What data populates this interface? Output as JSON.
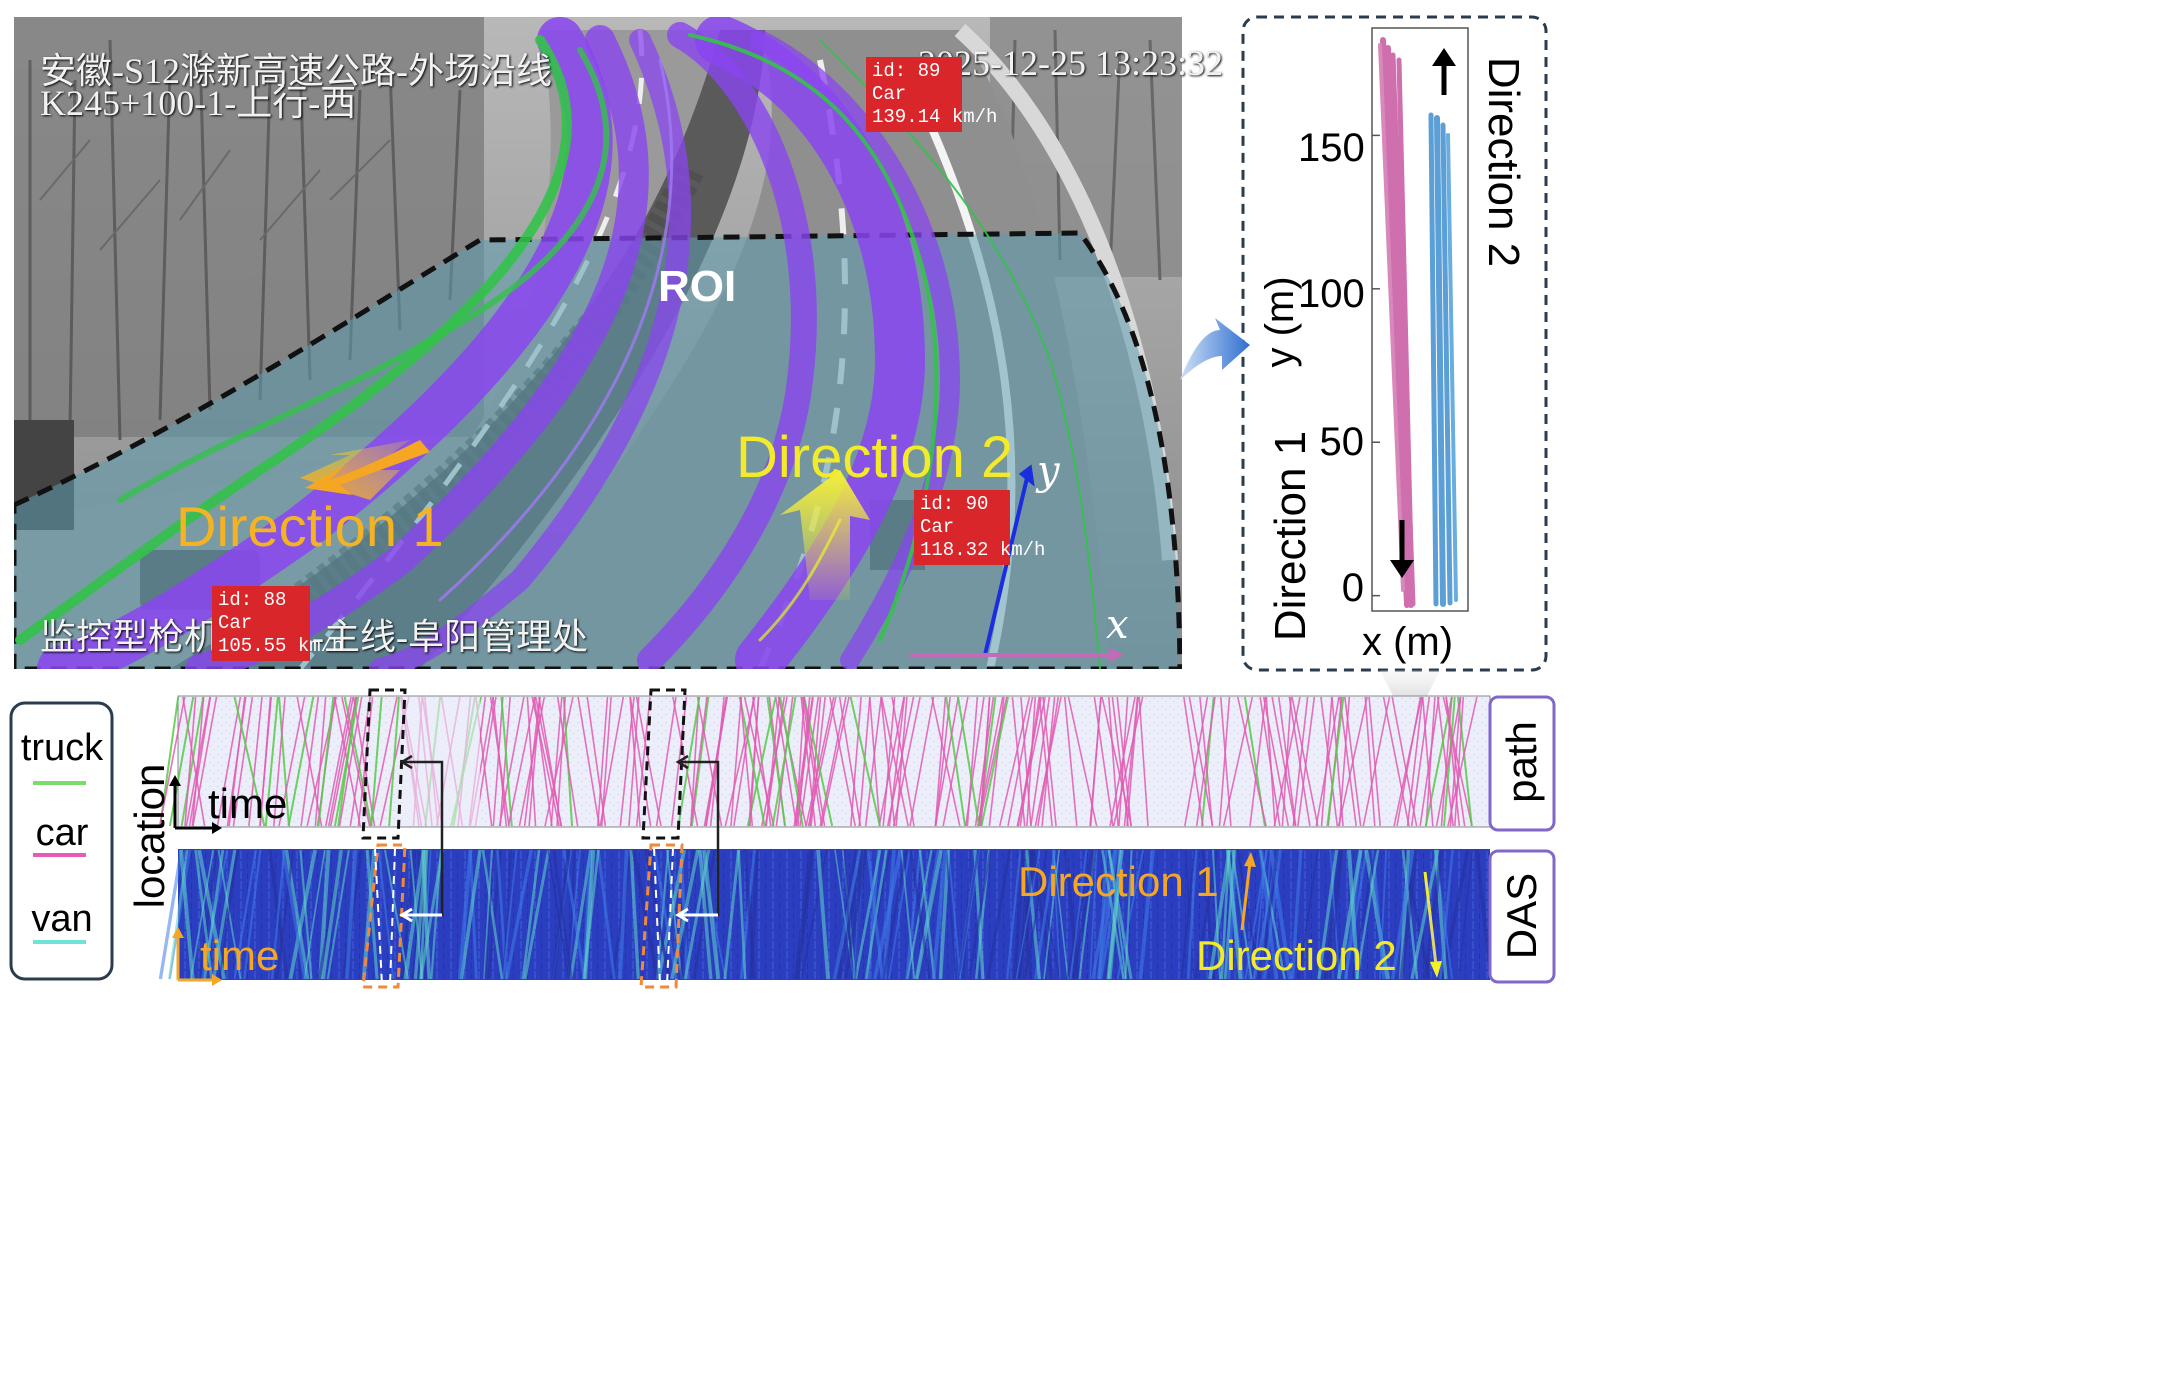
{
  "camera": {
    "overlay_line1": "安徽-S12滁新高速公路-外场沿线",
    "overlay_line2": "K245+100-1-上行-西",
    "timestamp": "2025-12-25 13:23:32",
    "overlay_bottom_left": "监控型枪机",
    "overlay_bottom_right": "-主线-阜阳管理处",
    "roi_label": "ROI",
    "direction1_label": "Direction 1",
    "direction2_label": "Direction 2",
    "axis_y": "y",
    "axis_x": "x",
    "tags": [
      {
        "id": "id: 89",
        "cls": "Car",
        "speed": "139.14 km/h"
      },
      {
        "id": "id: 90",
        "cls": "Car",
        "speed": "118.32 km/h"
      },
      {
        "id": "id: 88",
        "cls": "Car",
        "speed": "105.55 km/h"
      }
    ]
  },
  "xy_plot": {
    "ylabel": "y (m)",
    "xlabel": "x (m)",
    "yticks": [
      "150",
      "100",
      "50",
      "0"
    ],
    "ytick_values": [
      150,
      100,
      50,
      0
    ],
    "ylim": [
      -5,
      185
    ],
    "direction1_label": "Direction 1",
    "direction2_label": "Direction 2",
    "colors": {
      "direction1": "#cf6fae",
      "direction2": "#5b9fd6"
    }
  },
  "legend": {
    "items": [
      {
        "label": "truck",
        "color": "#7bdc6e"
      },
      {
        "label": "car",
        "color": "#e85bb5"
      },
      {
        "label": "van",
        "color": "#6fe3d8"
      }
    ]
  },
  "panels": {
    "location_label": "location",
    "time_label_top": "time",
    "time_label_bottom": "time",
    "path_label": "path",
    "das_label": "DAS",
    "das_direction1": "Direction 1",
    "das_direction2": "Direction 2"
  },
  "colors": {
    "truck": "#59c94a",
    "car": "#e25bb3",
    "roi_fill": "#5f9db0",
    "trajectory": "#8a45f0",
    "das_bg": "#2a3fc4",
    "accent_orange": "#f5b324",
    "accent_yellow": "#f3ea2a"
  }
}
